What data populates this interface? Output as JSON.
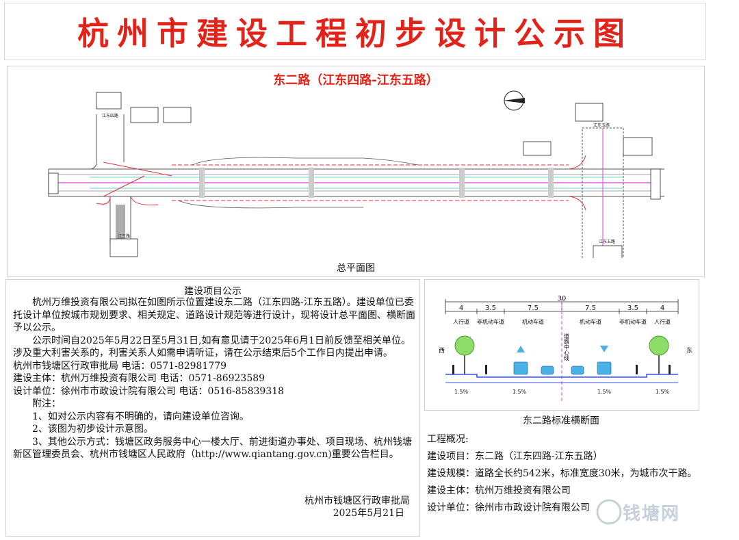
{
  "header": {
    "title": "杭州市建设工程初步设计公示图"
  },
  "plan": {
    "title": "东二路（江东四路-江东五路）",
    "caption": "总平面图",
    "road_labels": {
      "west_cross": "江东四路",
      "east_cross": "江东五路",
      "east_cross_south": "江东五路",
      "south_branch": "江三路"
    }
  },
  "notice": {
    "heading": "建设项目公示",
    "para1": "杭州万维投资有限公司拟在如图所示位置建设东二路（江东四路-江东五路）。建设单位已委托设计单位按城市规划要求、相关规定、道路设计规范等进行设计，现将设计总平面图、横断面予以公示。",
    "para2": "公示时间自2025年5月22日至5月31日,如有意见请于2025年6月1日前反馈至相关单位。涉及重大利害关系的，利害关系人如需申请听证，请在公示结束后5个工作日内提出申请。",
    "approver_line": "杭州市钱塘区行政审批局 电话：0571-82981779",
    "owner_line": "建设主体：杭州万维投资有限公司 电话：0571-86923589",
    "designer_line": "设计单位：徐州市市政设计院有限公司 电话：0516-85839318",
    "notes_title": "附注：",
    "note1": "1、如对公示内容有不明确的，请向建设单位咨询。",
    "note2": "2、该图为初步设计示意图。",
    "note3": "3、其他公示方式：钱塘区政务服务中心一楼大厅、前进街道办事处、项目现场、杭州钱塘新区管理委员会、杭州市钱塘区人民政府（http://www.qiantang.gov.cn)重要公告栏目。",
    "sign_org": "杭州市钱塘区行政审批局",
    "sign_date": "2025年5月21日"
  },
  "section": {
    "caption": "东二路标准横断面",
    "total_width": "30",
    "widths": [
      "4",
      "3.5",
      "7.5",
      "7.5",
      "3.5",
      "4"
    ],
    "lanes": [
      "人行道",
      "非机动车道",
      "机动车道",
      "机动车道",
      "非机动车道",
      "人行道"
    ],
    "center_label": "道路中心线",
    "west": "西",
    "east": "东",
    "slopes": [
      "1.5%",
      "1.5%",
      "1.5%",
      "1.5%"
    ]
  },
  "overview": {
    "title": "工程概况:",
    "project": "建设项目：东二路（江东四路-江东五路）",
    "scale": "建设规模：道路全长约542米，标准宽度30米，为城市次干路。",
    "owner": "建设主体：杭州万维投资有限公司",
    "designer": "设计单位：徐州市市政设计院有限公司"
  },
  "watermark": {
    "text": "钱塘网"
  }
}
